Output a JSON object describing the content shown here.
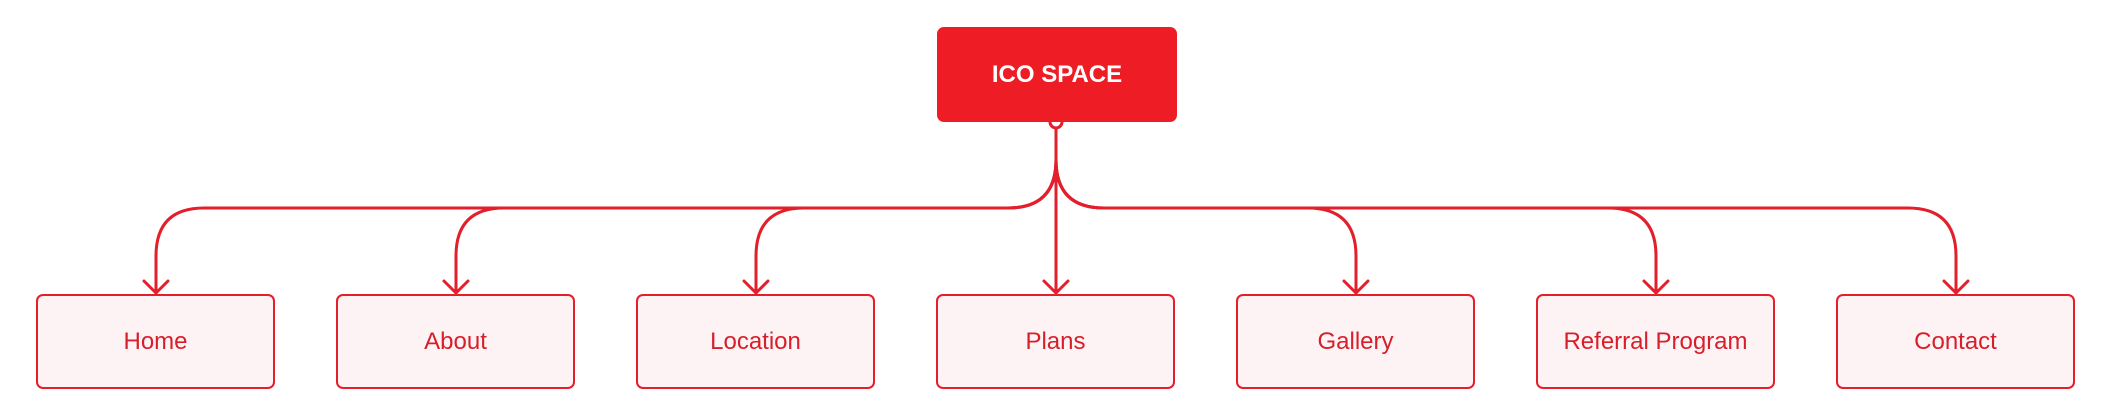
{
  "root": {
    "label": "ICO SPACE"
  },
  "children": [
    {
      "label": "Home"
    },
    {
      "label": "About"
    },
    {
      "label": "Location"
    },
    {
      "label": "Plans"
    },
    {
      "label": "Gallery"
    },
    {
      "label": "Referral Program"
    },
    {
      "label": "Contact"
    }
  ],
  "colors": {
    "accent": "#EE1D25",
    "line": "#E21F2B",
    "child_fill": "#FDF3F4",
    "child_text": "#D71F2B"
  }
}
